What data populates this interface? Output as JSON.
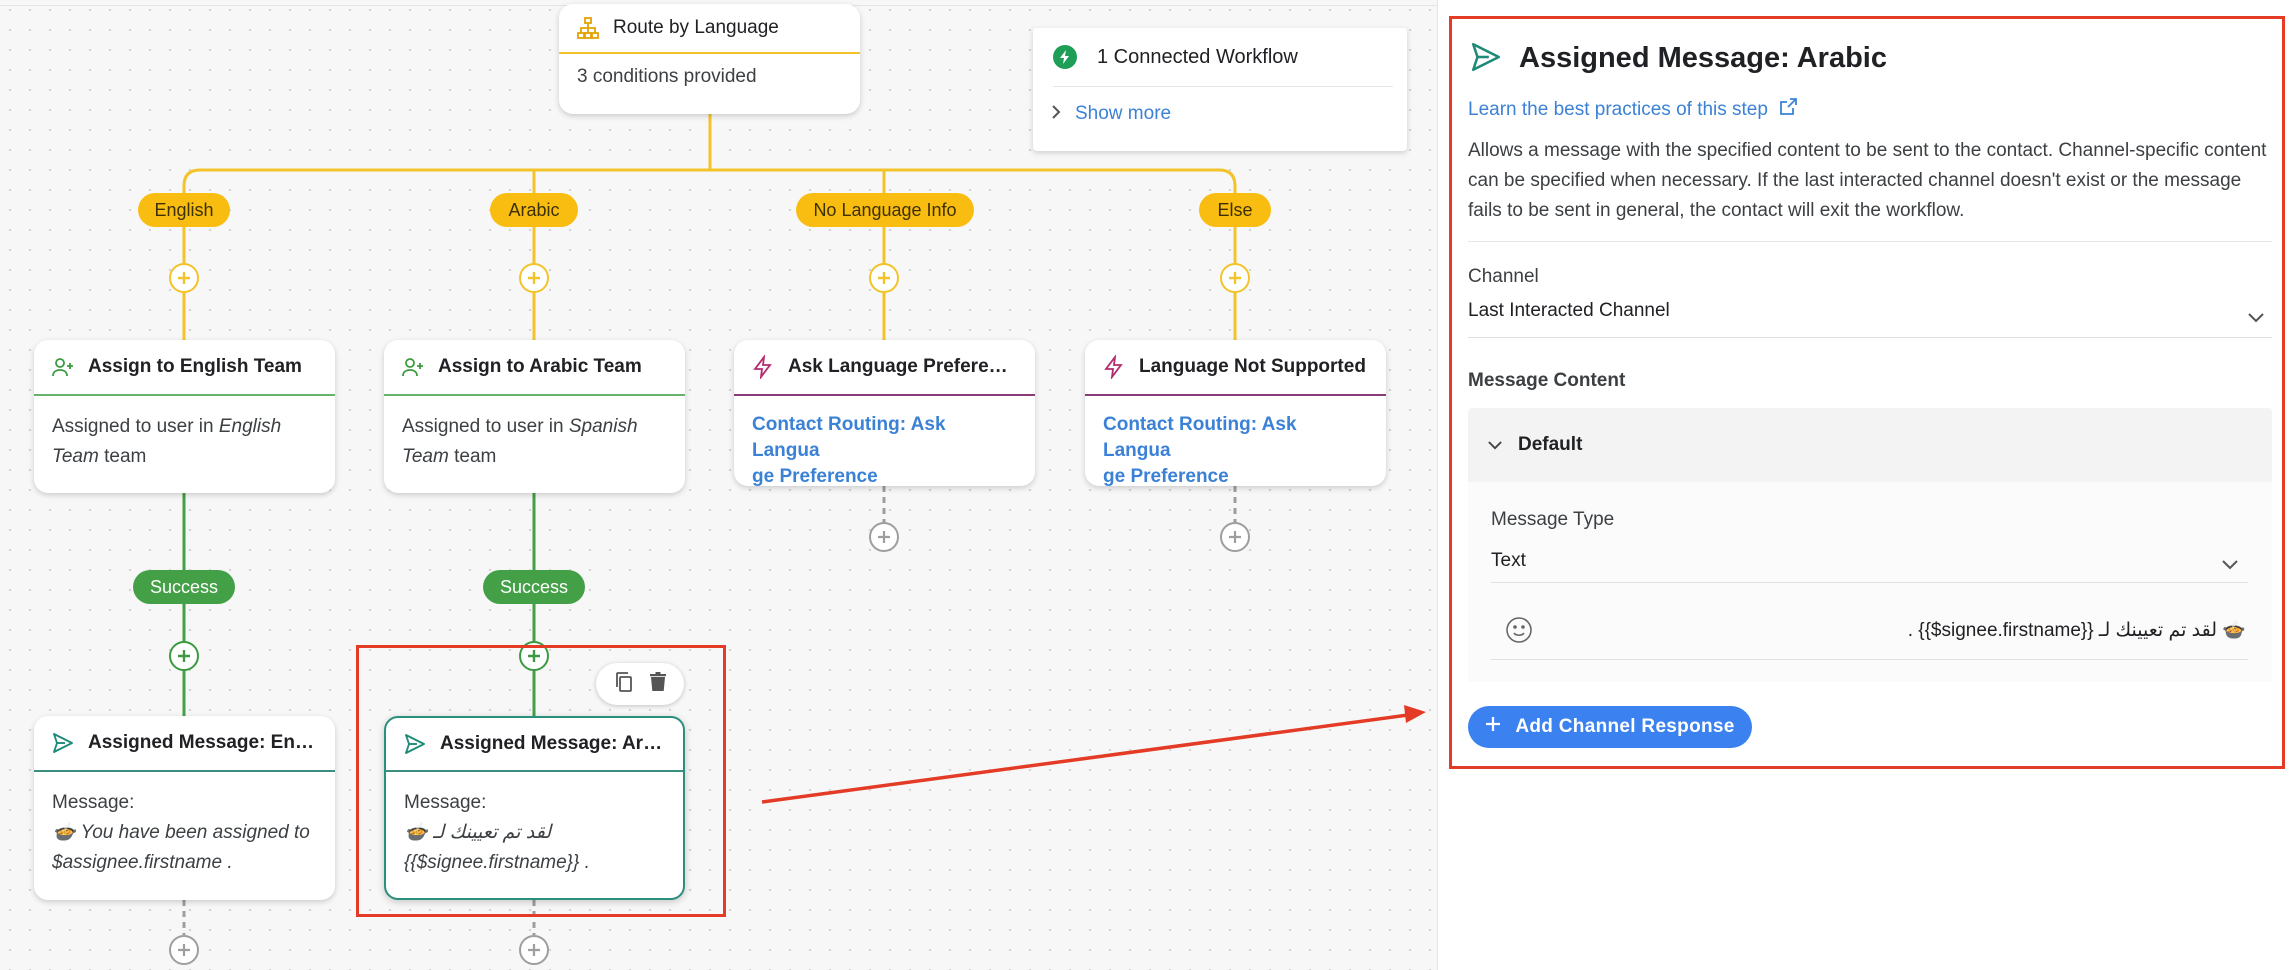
{
  "router": {
    "title": "Route by Language",
    "subtitle": "3 conditions provided"
  },
  "connected": {
    "title": "1 Connected Workflow",
    "show_more": "Show more"
  },
  "branches": [
    {
      "label": "English"
    },
    {
      "label": "Arabic"
    },
    {
      "label": "No Language Info"
    },
    {
      "label": "Else"
    }
  ],
  "nodes": {
    "assign_english": {
      "title": "Assign to English Team",
      "text_prefix": "Assigned to user in ",
      "team": "English Team",
      "text_suffix": " team"
    },
    "assign_arabic": {
      "title": "Assign to Arabic Team",
      "text_prefix": "Assigned to user in ",
      "team": "Spanish Team",
      "text_suffix": " team"
    },
    "ask_language": {
      "title": "Ask Language Preference",
      "link_line1": "Contact Routing: Ask Langua",
      "link_line2": "ge Preference"
    },
    "not_supported": {
      "title": "Language Not Supported",
      "link_line1": "Contact Routing: Ask Langua",
      "link_line2": "ge Preference"
    },
    "msg_english": {
      "title": "Assigned Message: Eng…",
      "label": "Message:",
      "line1": "🍲 You have been assigned to",
      "line2": "$assignee.firstname ."
    },
    "msg_arabic": {
      "title": "Assigned Message: Ara…",
      "label": "Message:",
      "line1": "🍲 لقد تم تعيينك لـ",
      "line2": "{{$signee.firstname}} ."
    }
  },
  "edge_labels": {
    "success_left": "Success",
    "success_right": "Success"
  },
  "panel": {
    "title": "Assigned Message: Arabic",
    "link": "Learn the best practices of this step",
    "description": "Allows a message with the specified content to be sent to the contact. Channel-specific content can be specified when necessary. If the last interacted channel doesn't exist or the message fails to be sent in general, the contact will exit the workflow.",
    "channel_label": "Channel",
    "channel_value": "Last Interacted Channel",
    "message_content_label": "Message Content",
    "default_label": "Default",
    "message_type_label": "Message Type",
    "message_type_value": "Text",
    "message_text": "🍲 لقد تم تعيينك لـ {{signee.firstname$}} .",
    "add_button": "Add Channel Response"
  },
  "colors": {
    "accent_blue": "#3b82f0",
    "link_blue": "#3b82d6",
    "branch_yellow": "#f9bd12",
    "success_green": "#44a047",
    "highlight_red": "#e33b26"
  },
  "icons": [
    "hierarchy-icon",
    "bolt-icon",
    "chevron-right-icon",
    "user-add-icon",
    "bolt-outline-icon",
    "send-icon",
    "copy-icon",
    "trash-icon",
    "external-link-icon",
    "chevron-down-icon",
    "emoji-icon",
    "plus-icon"
  ]
}
